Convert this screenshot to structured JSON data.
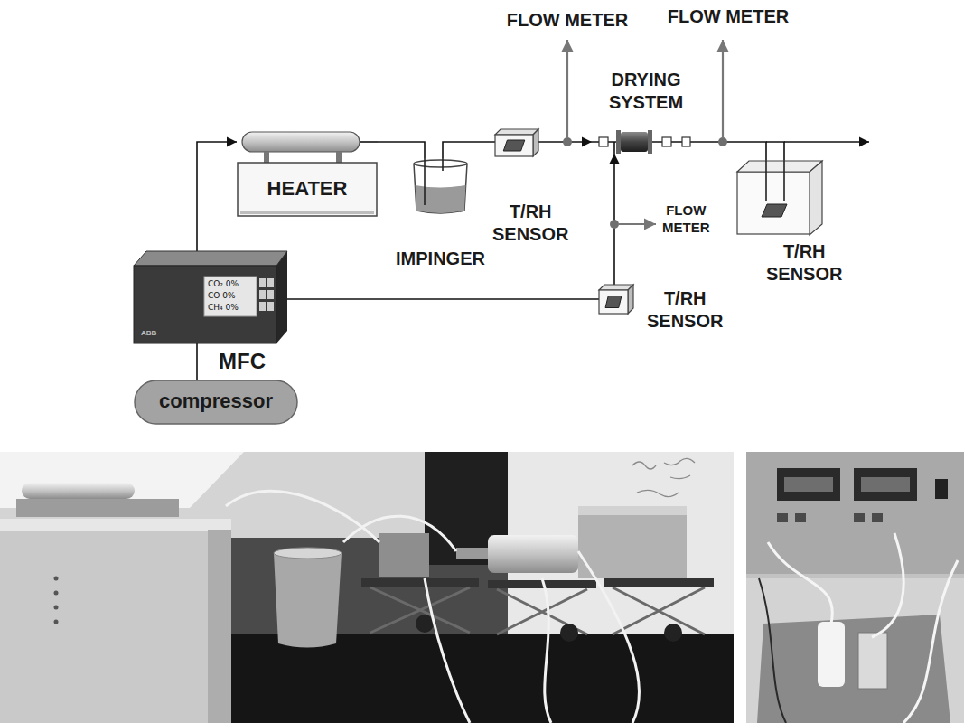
{
  "diagram": {
    "nodes": [
      {
        "text": [
          "HEATER"
        ]
      },
      {
        "text": [
          "IMPINGER"
        ]
      },
      {
        "text": [
          "T/RH SENSOR"
        ]
      },
      {
        "text": [
          "DRYING SYSTEM"
        ]
      },
      {
        "text": [
          "T/RH SENSOR"
        ]
      },
      {
        "text": [
          "CO₂ 0%",
          "CO 0%",
          "CH₄ 0%",
          "ABB",
          "MFC"
        ]
      },
      {
        "text": [
          "T/RH SENSOR"
        ]
      },
      {
        "text": [
          "compressor"
        ]
      }
    ],
    "edges": [
      {
        "from": 5,
        "to": 0,
        "arrow": "to"
      },
      {
        "from": 0,
        "to": 1,
        "arrow": "none"
      },
      {
        "from": 1,
        "to": 2,
        "arrow": "none"
      },
      {
        "from": 2,
        "to": 3,
        "arrow": "to"
      },
      {
        "from": 3,
        "to": 4,
        "arrow": "none"
      },
      {
        "from": 7,
        "to": 5,
        "arrow": "none"
      },
      {
        "from": 5,
        "to": 6,
        "arrow": "none"
      },
      {
        "from": 6,
        "to": 3,
        "arrow": "to"
      }
    ],
    "labels": [
      "FLOW METER",
      "FLOW METER",
      "FLOW METER"
    ]
  }
}
